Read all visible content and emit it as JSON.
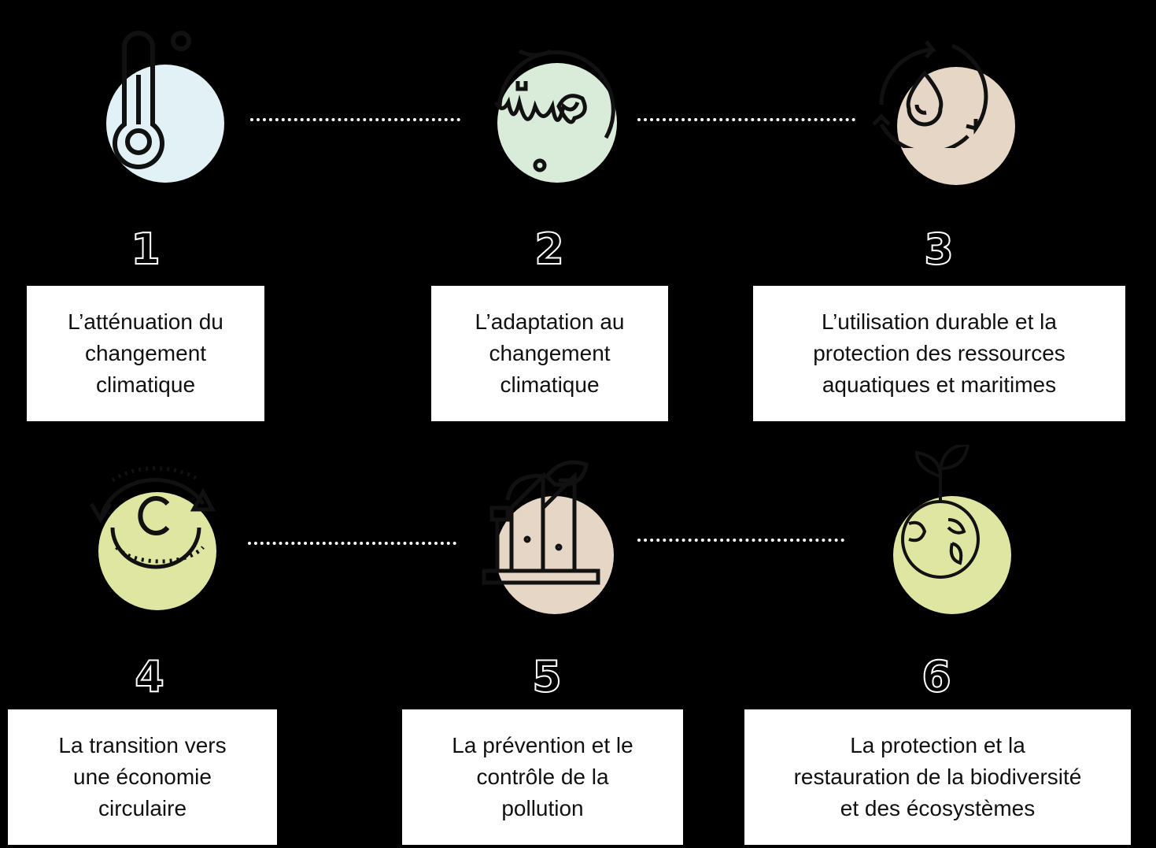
{
  "objectives": [
    {
      "number": "1",
      "line1": "L’atténuation du",
      "line2": "changement",
      "line3": "climatique",
      "icon": "thermometer-icon",
      "color": "#e1f1f6"
    },
    {
      "number": "2",
      "line1": "L’adaptation au",
      "line2": "changement",
      "line3": "climatique",
      "icon": "melting-globe-icon",
      "color": "#d9ecd9"
    },
    {
      "number": "3",
      "line1": "L’utilisation durable et la",
      "line2": "protection des ressources",
      "line3": "aquatiques et maritimes",
      "icon": "water-cycle-icon",
      "color": "#e6d6c6"
    },
    {
      "number": "4",
      "line1": "La transition vers",
      "line2": "une économie",
      "line3": "circulaire",
      "icon": "circular-economy-icon",
      "color": "#dee6a2"
    },
    {
      "number": "5",
      "line1": "La prévention et le",
      "line2": "contrôle de la",
      "line3": "pollution",
      "icon": "factory-icon",
      "color": "#e6d6c6"
    },
    {
      "number": "6",
      "line1": "La protection et la",
      "line2": "restauration de la biodiversité",
      "line3": "et des écosystèmes",
      "icon": "globe-sprout-icon",
      "color": "#dee6a2"
    }
  ]
}
